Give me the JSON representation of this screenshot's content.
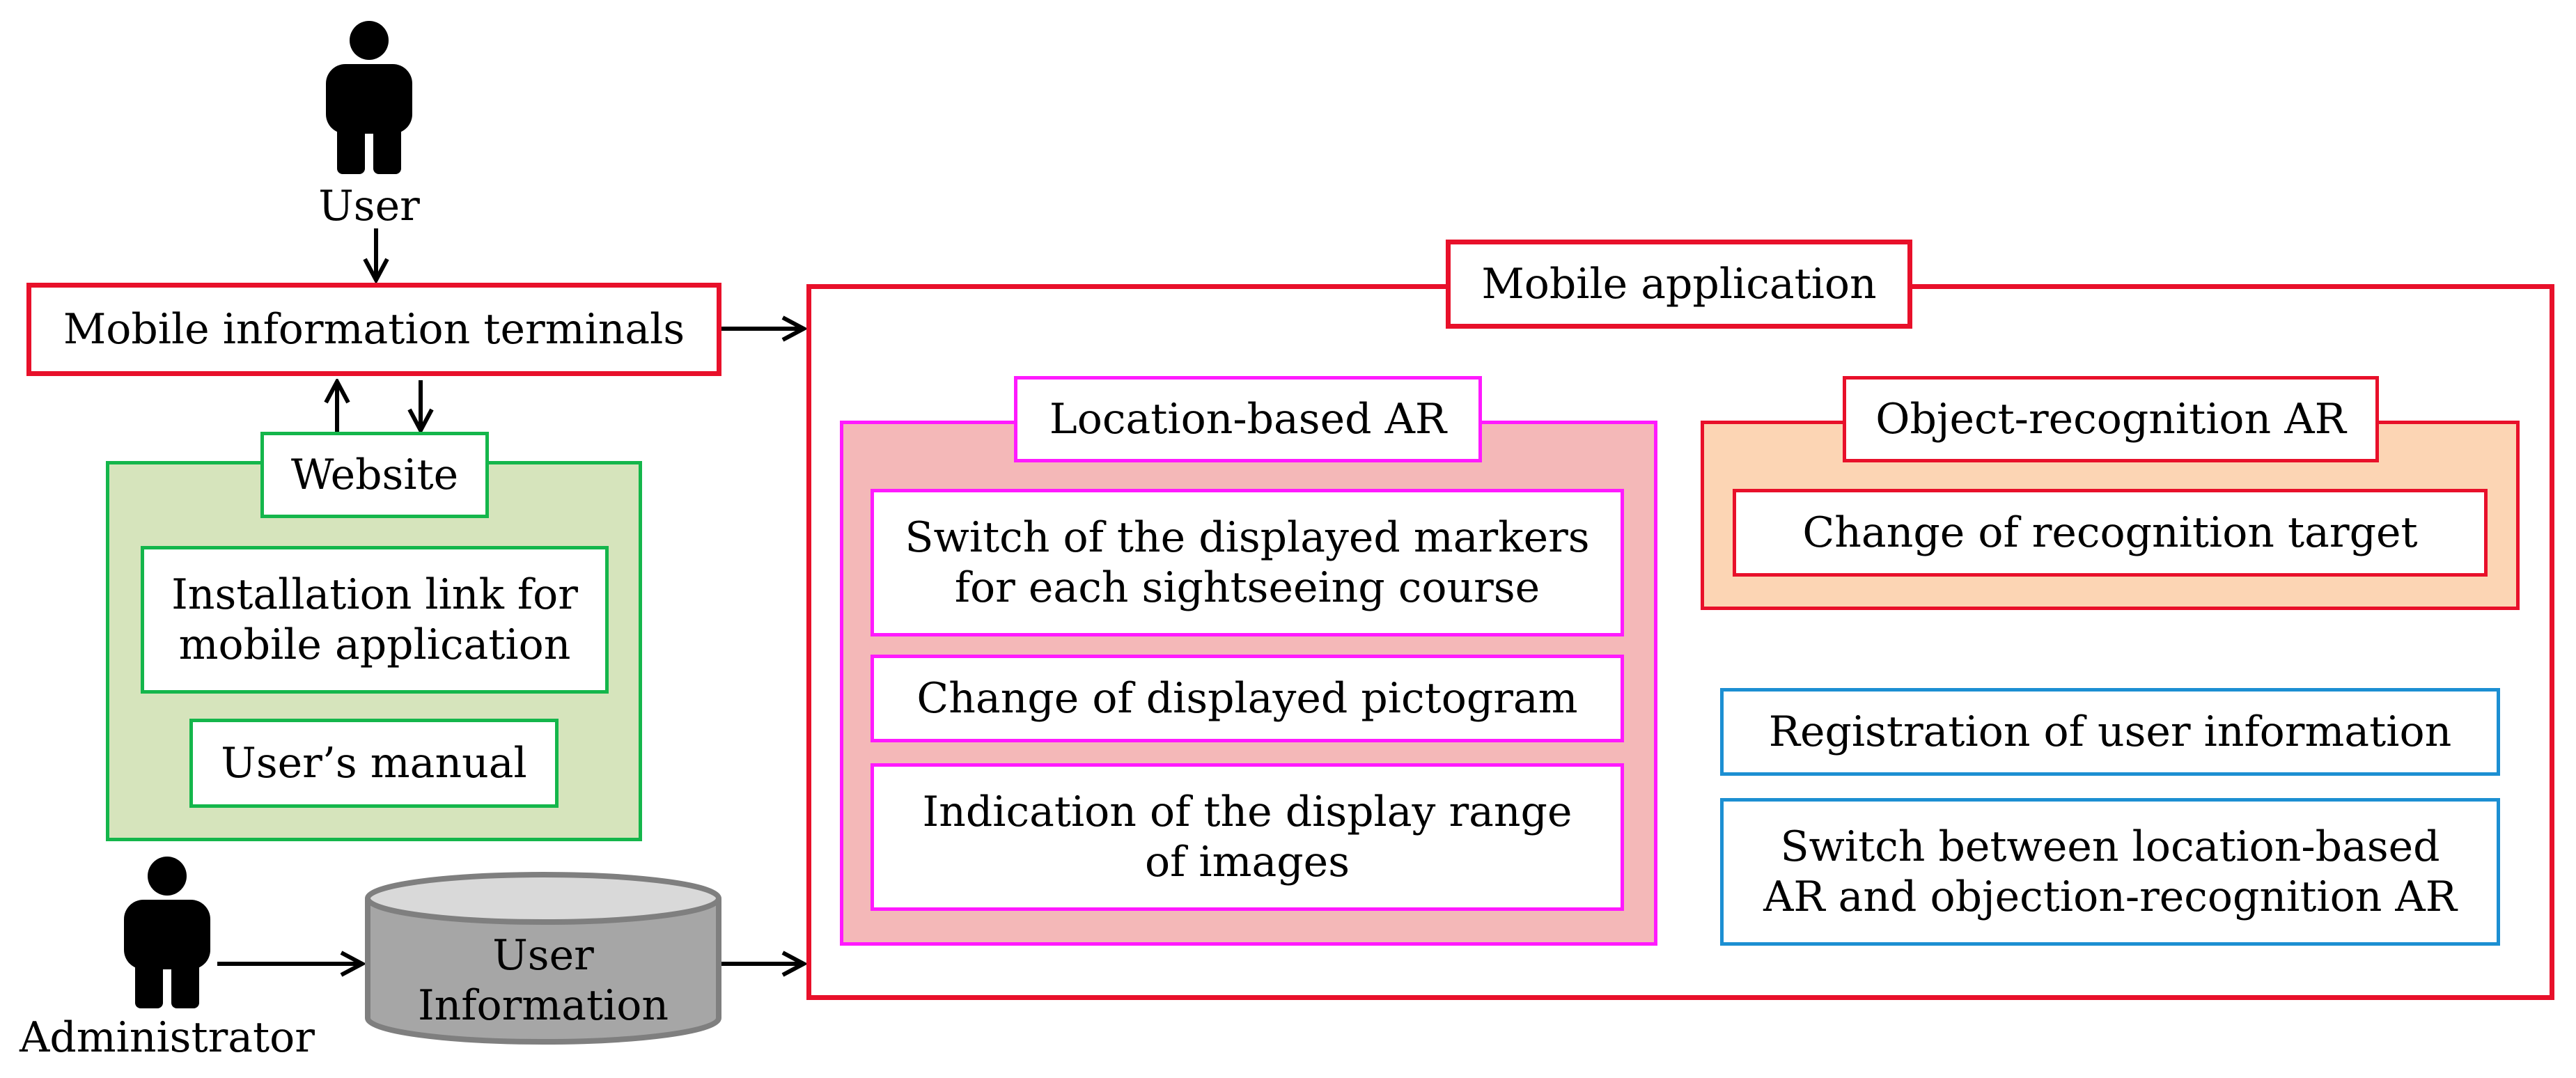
{
  "actors": {
    "user_label": "User",
    "admin_label": "Administrator"
  },
  "terminals": {
    "label": "Mobile information terminals"
  },
  "website": {
    "title": "Website",
    "items": [
      "Installation link for",
      "mobile application",
      "User’s manual"
    ]
  },
  "database": {
    "line1": "User",
    "line2": "Information"
  },
  "mobile_app": {
    "title": "Mobile application",
    "location_ar": {
      "title": "Location-based AR",
      "item1_line1": "Switch of the displayed markers",
      "item1_line2": "for each sightseeing course",
      "item2": "Change of displayed pictogram",
      "item3_line1": "Indication of the display range",
      "item3_line2": "of images"
    },
    "object_ar": {
      "title": "Object-recognition AR",
      "item1": "Change of recognition target"
    },
    "registration": "Registration of user information",
    "switch_line1": "Switch between location-based",
    "switch_line2": "AR and objection-recognition AR"
  },
  "colors": {
    "red": "#e8102a",
    "green": "#14b64b",
    "green_fill": "#d6e4bc",
    "magenta": "#ff1aff",
    "pink_fill": "#f4b8b8",
    "orange_fill": "#fcd5b4",
    "blue": "#1c8fd2",
    "db_gray": "#a6a6a6"
  }
}
